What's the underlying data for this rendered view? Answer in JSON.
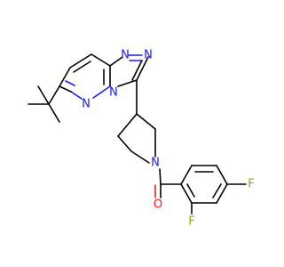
{
  "molecule": {
    "colors": {
      "carbon_bond": "#000000",
      "nitrogen": "#1a1aff",
      "oxygen": "#ff1a1a",
      "fluorine": "#a0a000",
      "background": "#ffffff"
    },
    "atom_labels": {
      "n_triazole_top_left": "N",
      "n_triazole_top_right": "N",
      "n_pyridazine": "N",
      "n_bridge": "N",
      "n_piperidine": "N",
      "o_carbonyl": "O",
      "f_para": "F",
      "f_ortho": "F"
    }
  }
}
